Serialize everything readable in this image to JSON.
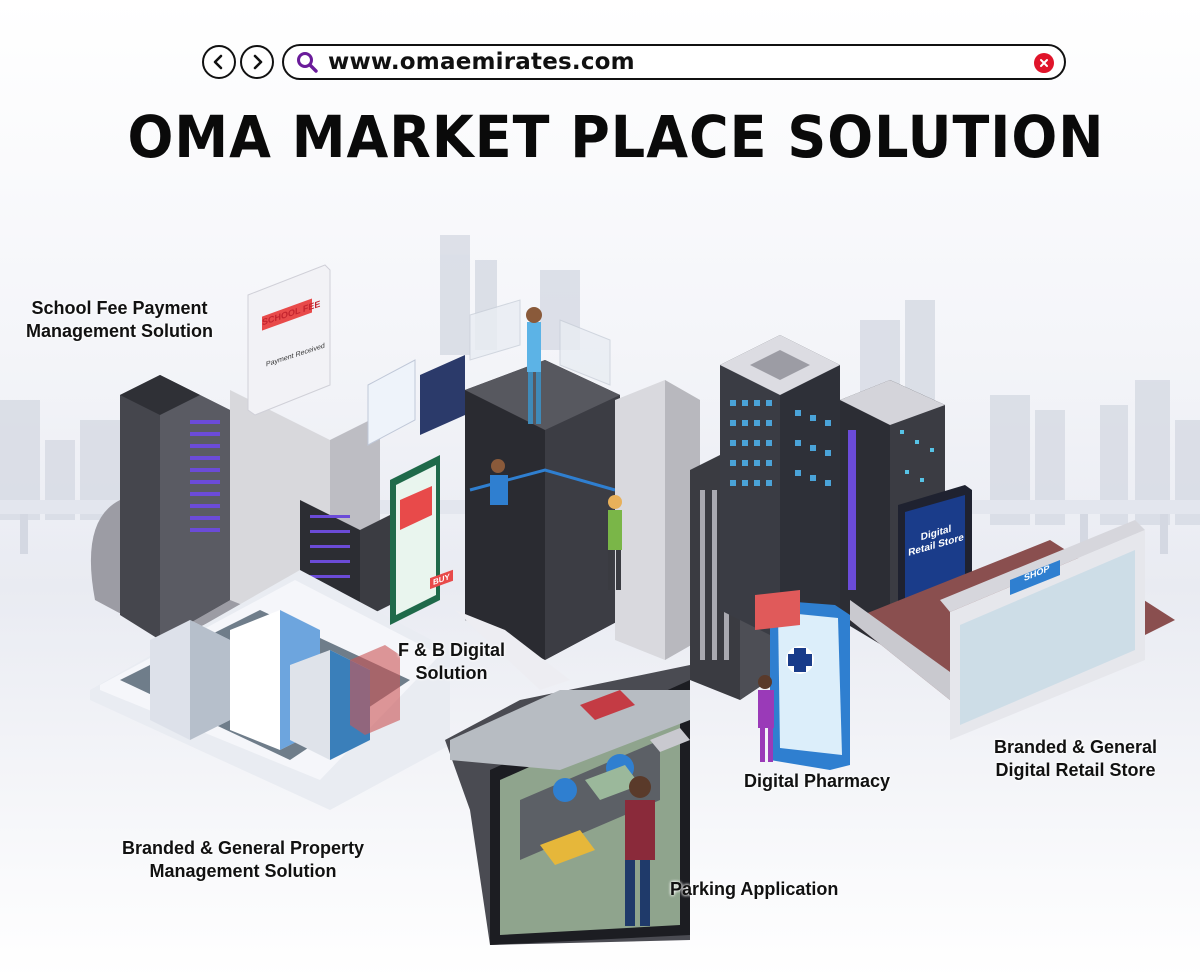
{
  "browser": {
    "back_icon": "chevron-left-icon",
    "forward_icon": "chevron-right-icon",
    "search_icon": "search-icon",
    "clear_icon": "close-icon",
    "url": "www.omaemirates.com",
    "search_icon_color": "#6a1b9a",
    "clear_icon_color": "#e0142a"
  },
  "title": "OMA MARKET PLACE SOLUTION",
  "labels": {
    "school_fee": [
      "School Fee Payment",
      "Management Solution"
    ],
    "fnb": [
      "F & B Digital",
      "Solution"
    ],
    "property": [
      "Branded & General Property",
      "Management Solution"
    ],
    "parking": "Parking Application",
    "pharmacy": "Digital Pharmacy",
    "retail": [
      "Branded & General",
      "Digital Retail Store"
    ]
  },
  "signs": {
    "school_fee_board": "SCHOOL FEE",
    "school_fee_sub": "Payment Received",
    "retail_sign": [
      "Digital",
      "Retail Store"
    ],
    "shop_sign": "SHOP",
    "buy_tag": "BUY"
  },
  "colors": {
    "accent_purple": "#5b2ca0",
    "building_dark": "#3a3a40",
    "building_light": "#e8e8ec",
    "window_blue": "#2f7fd0"
  }
}
